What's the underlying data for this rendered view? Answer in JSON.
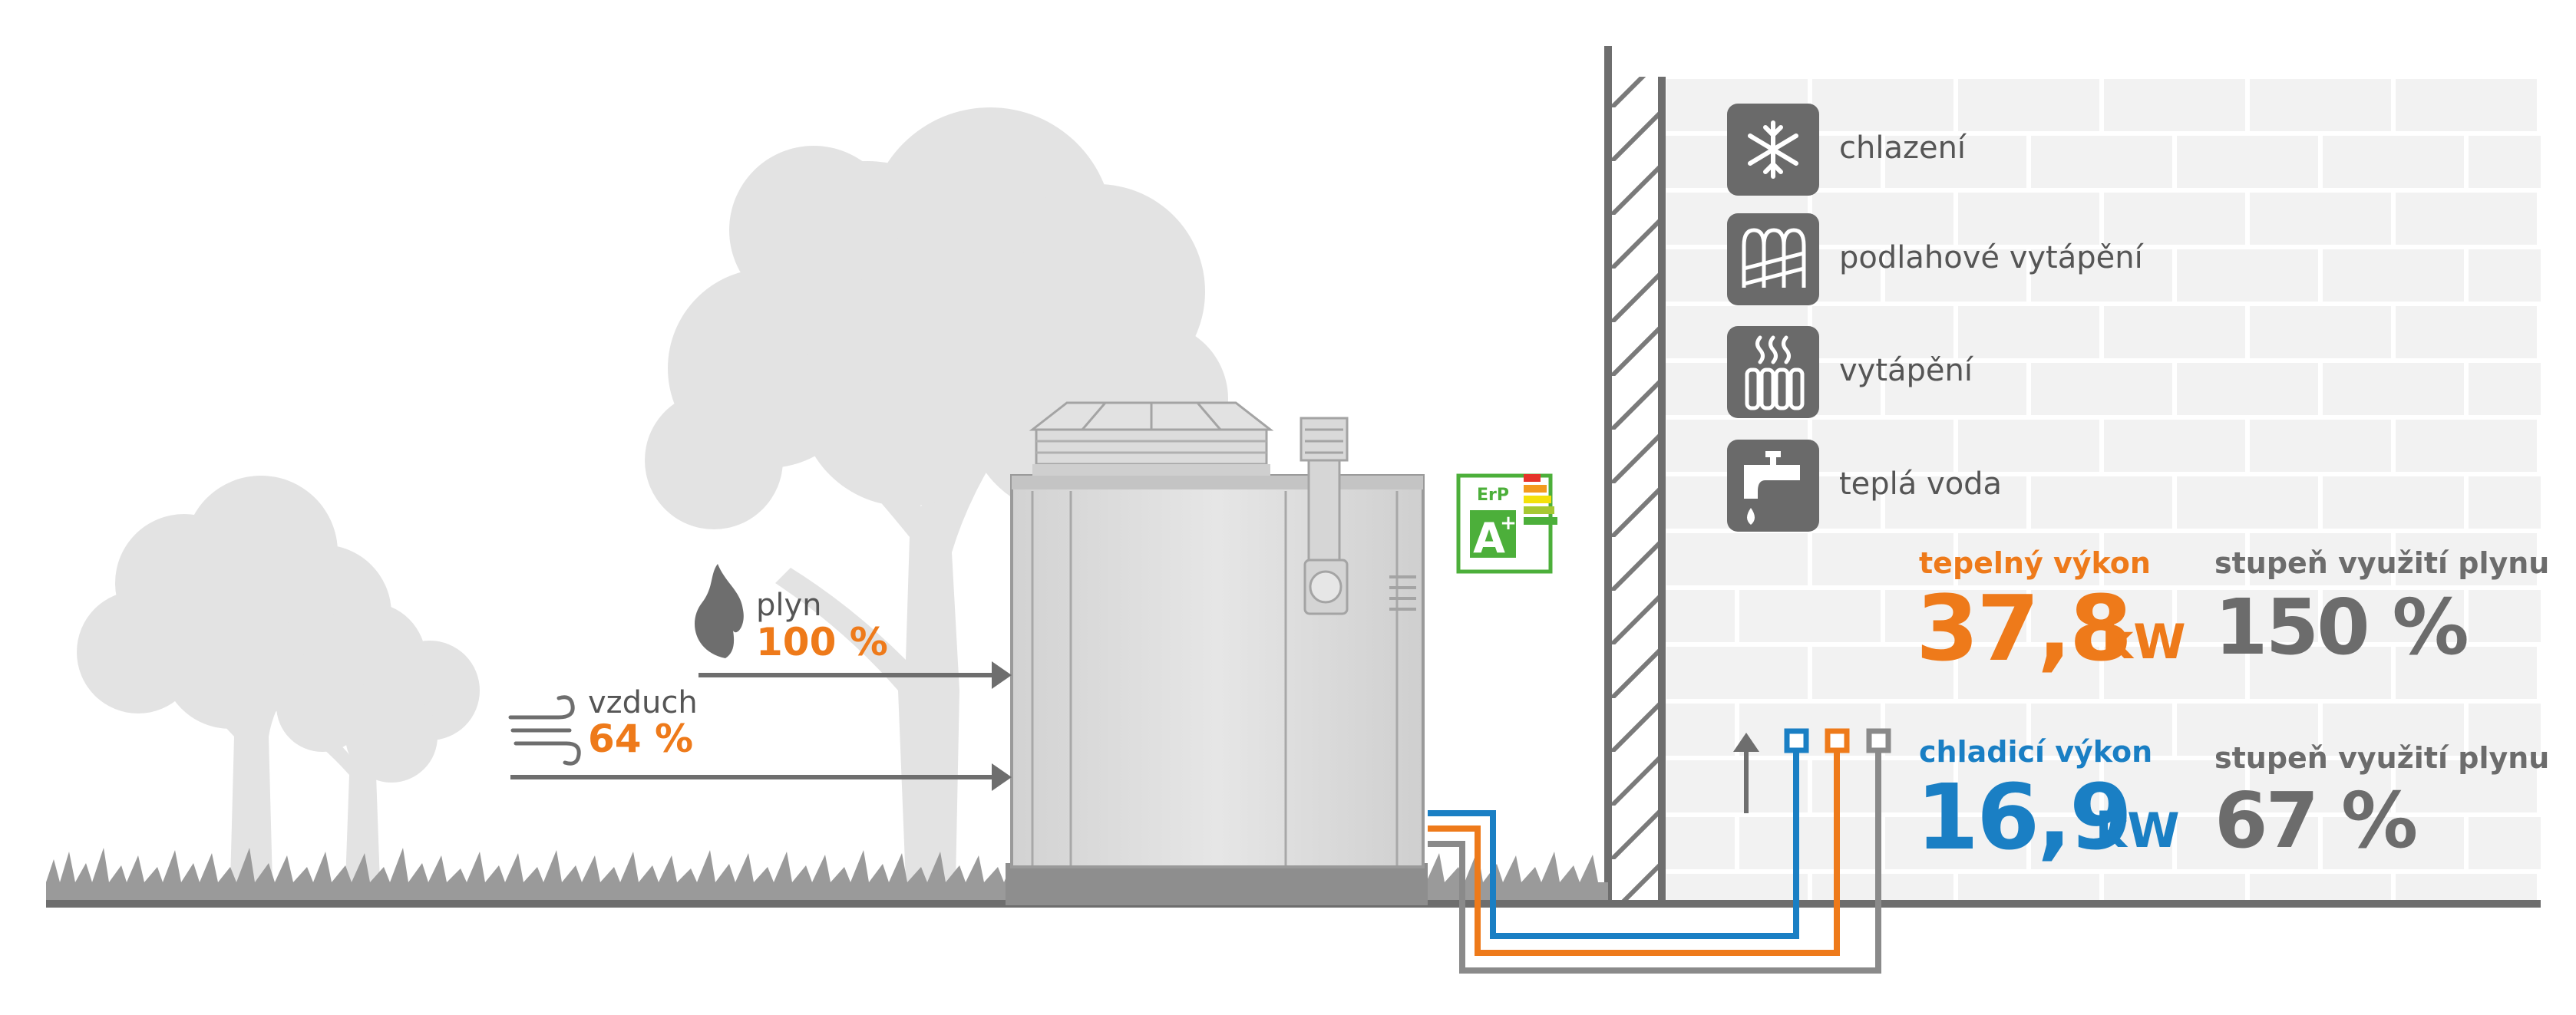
{
  "inputs": {
    "gas": {
      "label": "plyn",
      "value": "100 %",
      "icon": "flame-icon"
    },
    "air": {
      "label": "vzduch",
      "value": "64 %",
      "icon": "wind-icon"
    }
  },
  "energy_label": {
    "top": "ErP",
    "grade": "A",
    "sup": "+"
  },
  "functions": [
    {
      "icon": "snowflake-icon",
      "label": "chlazení"
    },
    {
      "icon": "floor-heating-icon",
      "label": "podlahové vytápění"
    },
    {
      "icon": "radiator-icon",
      "label": "vytápění"
    },
    {
      "icon": "tap-icon",
      "label": "teplá voda"
    }
  ],
  "heating": {
    "title": "tepelný výkon",
    "value": "37,8",
    "unit": "kW",
    "efficiency_title": "stupeň využití plynu",
    "efficiency_value": "150 %"
  },
  "cooling": {
    "title": "chladicí výkon",
    "value": "16,9",
    "unit": "kW",
    "efficiency_title": "stupeň využití plynu",
    "efficiency_value": "67 %"
  },
  "colors": {
    "orange": "#ee7a1a",
    "blue": "#1a7fc4",
    "grey": "#6c6c6c",
    "icon_bg": "#6a6a6a"
  }
}
